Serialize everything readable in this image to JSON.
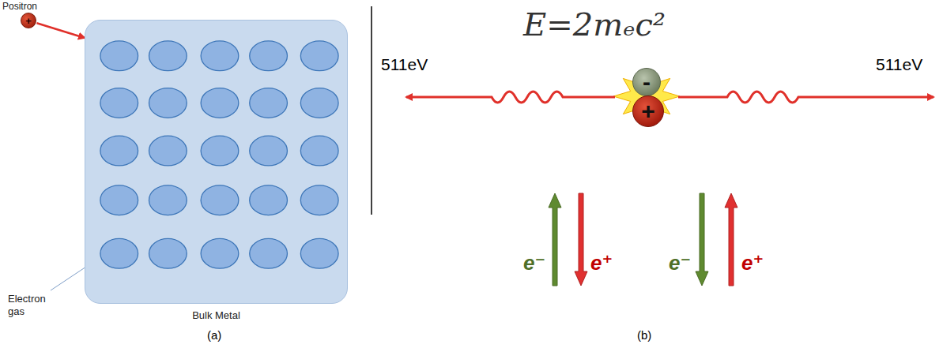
{
  "diagram": {
    "nodes": [
      {
        "text": [
          "Bulk Metal"
        ]
      },
      {
        "text": [
          "+",
          "Positron"
        ]
      },
      {
        "text": [
          "-"
        ]
      },
      {
        "text": [
          "+"
        ]
      }
    ],
    "edges": [
      {
        "from": 1,
        "to": 0,
        "arrow": "to"
      }
    ],
    "labels": [
      "Electron gas",
      "E=2mₑc²",
      "511eV",
      "511eV",
      "e⁻",
      "e⁺",
      "e⁻",
      "e⁺",
      "(a)",
      "(b)"
    ]
  }
}
